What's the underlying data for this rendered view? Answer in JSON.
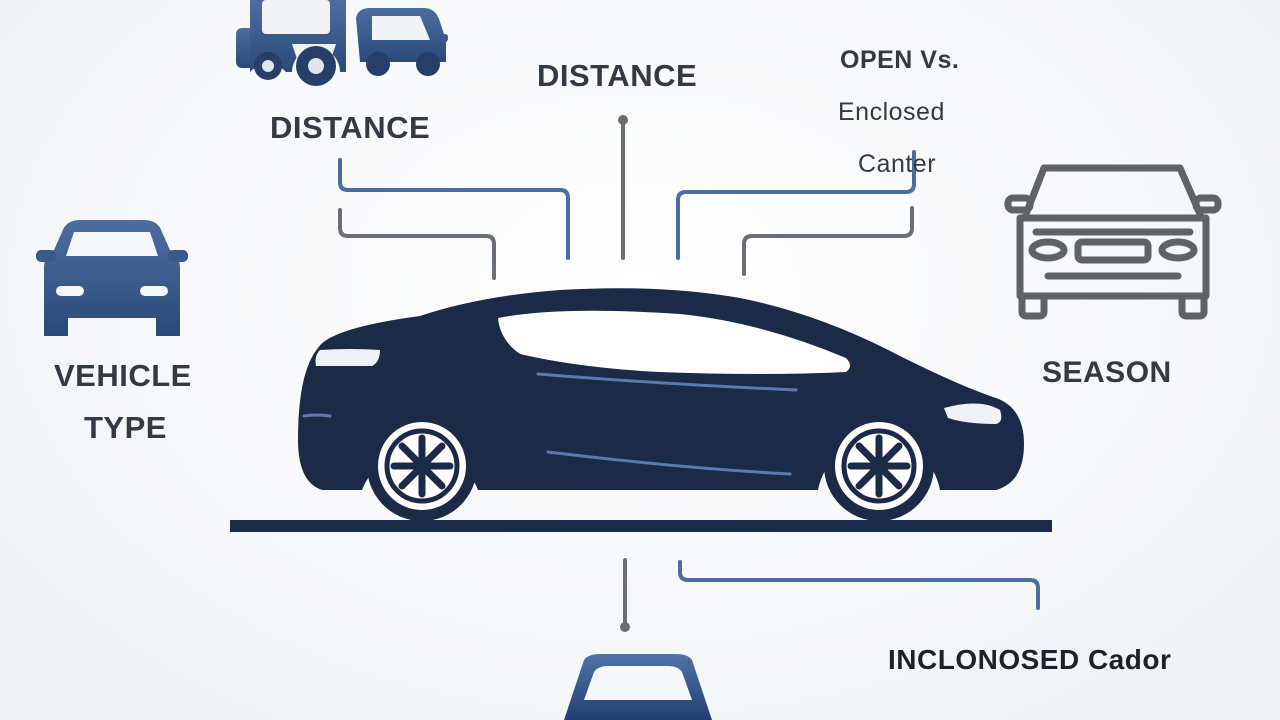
{
  "labels": {
    "top_left": "DISTANCE",
    "top_center": "DISTANCE",
    "open_line1": "OPEN Vs.",
    "open_line2": "Enclosed",
    "open_line3": "Canter",
    "vehicle_line1": "VEHICLE",
    "vehicle_line2": "TYPE",
    "season": "SEASON",
    "bottom_right": "INCLONOSED Cador"
  },
  "colors": {
    "navy": "#1b2a47",
    "blue": "#3a5a8c",
    "connector_blue": "#4a6ea0",
    "connector_gray": "#6b6f75",
    "outline_gray": "#5f6368",
    "text": "#333a44"
  },
  "icons": {
    "main": "sedan-car-icon",
    "top_left": "truck-and-van-icon",
    "left": "car-front-icon",
    "right": "car-front-outline-icon",
    "bottom": "car-roof-icon"
  }
}
